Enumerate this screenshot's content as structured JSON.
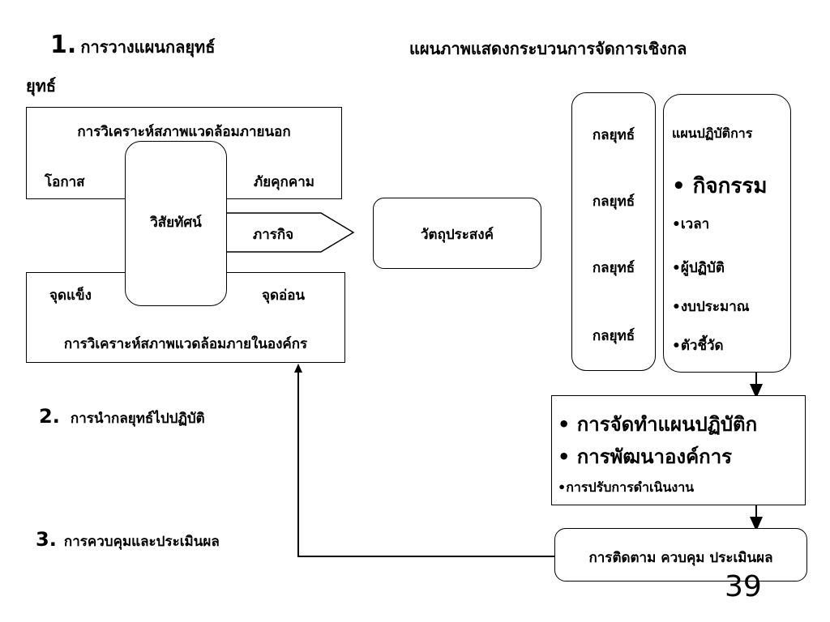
{
  "headings": {
    "step1_number": "1.",
    "step1_label": "การวางแผนกลยุทธ์",
    "step1_label_wrap": "ยุทธ์",
    "diagram_title": "แผนภาพแสดงกระบวนการจัดการเชิงกล",
    "step2_number": "2.",
    "step2_label": "การนำกลยุทธ์ไปปฏิบัติ",
    "step3_number": "3.",
    "step3_label": "การควบคุมและประเมินผล"
  },
  "external_analysis": {
    "title": "การวิเคราะห์สภาพแวดล้อมภายนอก",
    "opportunity": "โอกาส",
    "threat": "ภัยคุกคาม"
  },
  "internal_analysis": {
    "title": "การวิเคราะห์สภาพแวดล้อมภายในองค์กร",
    "strength": "จุดแข็ง",
    "weakness": "จุดอ่อน"
  },
  "vision": "วิสัยทัศน์",
  "mission": "ภารกิจ",
  "objective": "วัตถุประสงค์",
  "strategies": [
    "กลยุทธ์",
    "กลยุทธ์",
    "กลยุทธ์",
    "กลยุทธ์"
  ],
  "action_plan": {
    "title": "แผนปฏิบัติการ",
    "items": [
      "• กิจกรรม",
      "•เวลา",
      "•ผู้ปฏิบัติ",
      "•งบประมาณ",
      "•ตัวชี้วัด"
    ]
  },
  "implementation": {
    "items": [
      "• การจัดทำแผนปฏิบัติก",
      "• การพัฒนาองค์การ",
      "•การปรับการดำเนินงาน"
    ]
  },
  "monitoring": "การติดตาม ควบคุม ประเมินผล",
  "page_number": "39"
}
